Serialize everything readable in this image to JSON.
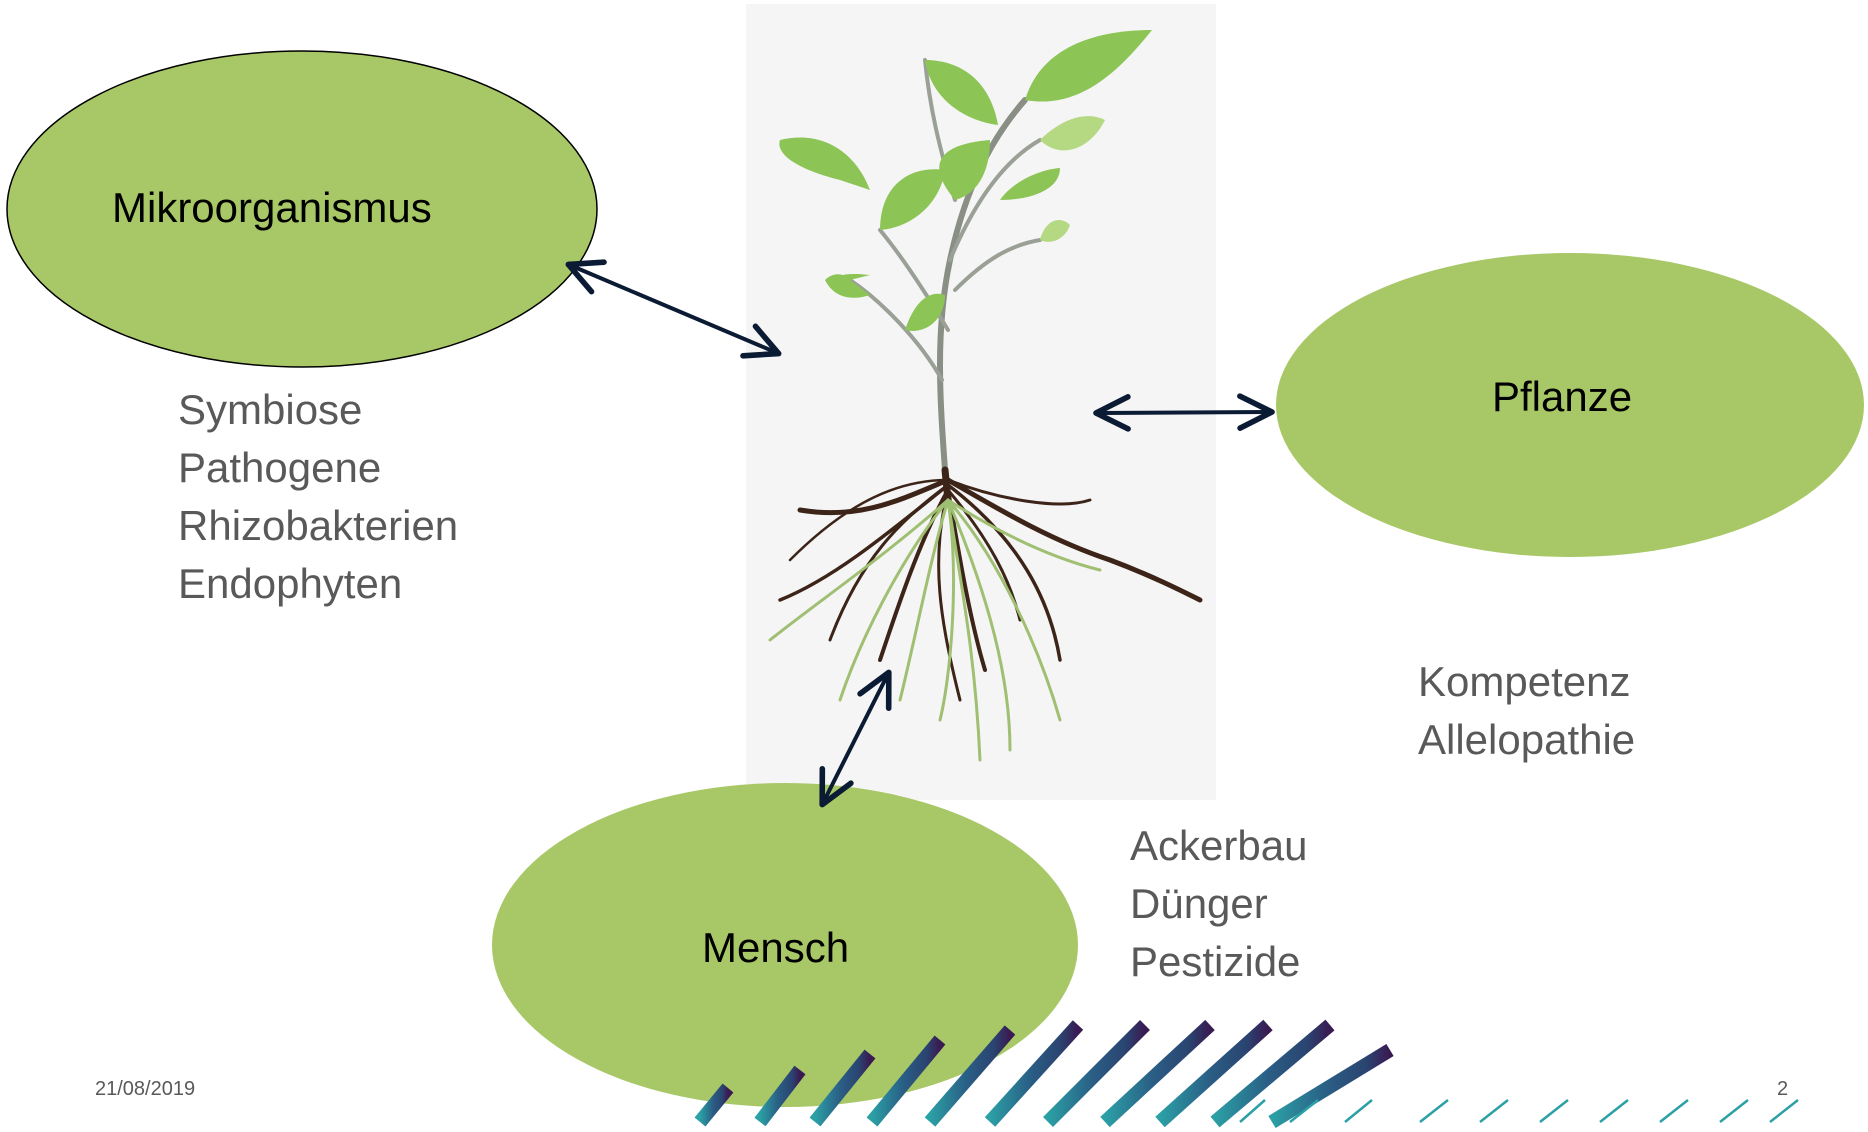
{
  "nodes": {
    "mikroorganismus": "Mikroorganismus",
    "pflanze": "Pflanze",
    "mensch": "Mensch"
  },
  "lists": {
    "mikroorganismus": [
      "Symbiose",
      "Pathogene",
      "Rhizobakterien",
      "Endophyten"
    ],
    "pflanze": [
      "Kompetenz",
      "Allelopathie"
    ],
    "mensch": [
      "Ackerbau",
      "Dünger",
      "Pestizide"
    ]
  },
  "footer": {
    "date": "21/08/2019",
    "page_number": "2"
  },
  "colors": {
    "ellipse_fill": "#a8c868",
    "arrow": "#0b1b33",
    "list_text": "#595959",
    "leaf": "#8cc455",
    "leaf_light": "#b4d982",
    "stem": "#8a8f86",
    "root": "#3d2418",
    "root_light": "#9fbf72",
    "stripe_blue": "#2a4f7e",
    "stripe_teal": "#2ba0a5",
    "stripe_purple": "#3a1a52"
  },
  "icons": {
    "plant": "plant-with-roots-illustration"
  }
}
